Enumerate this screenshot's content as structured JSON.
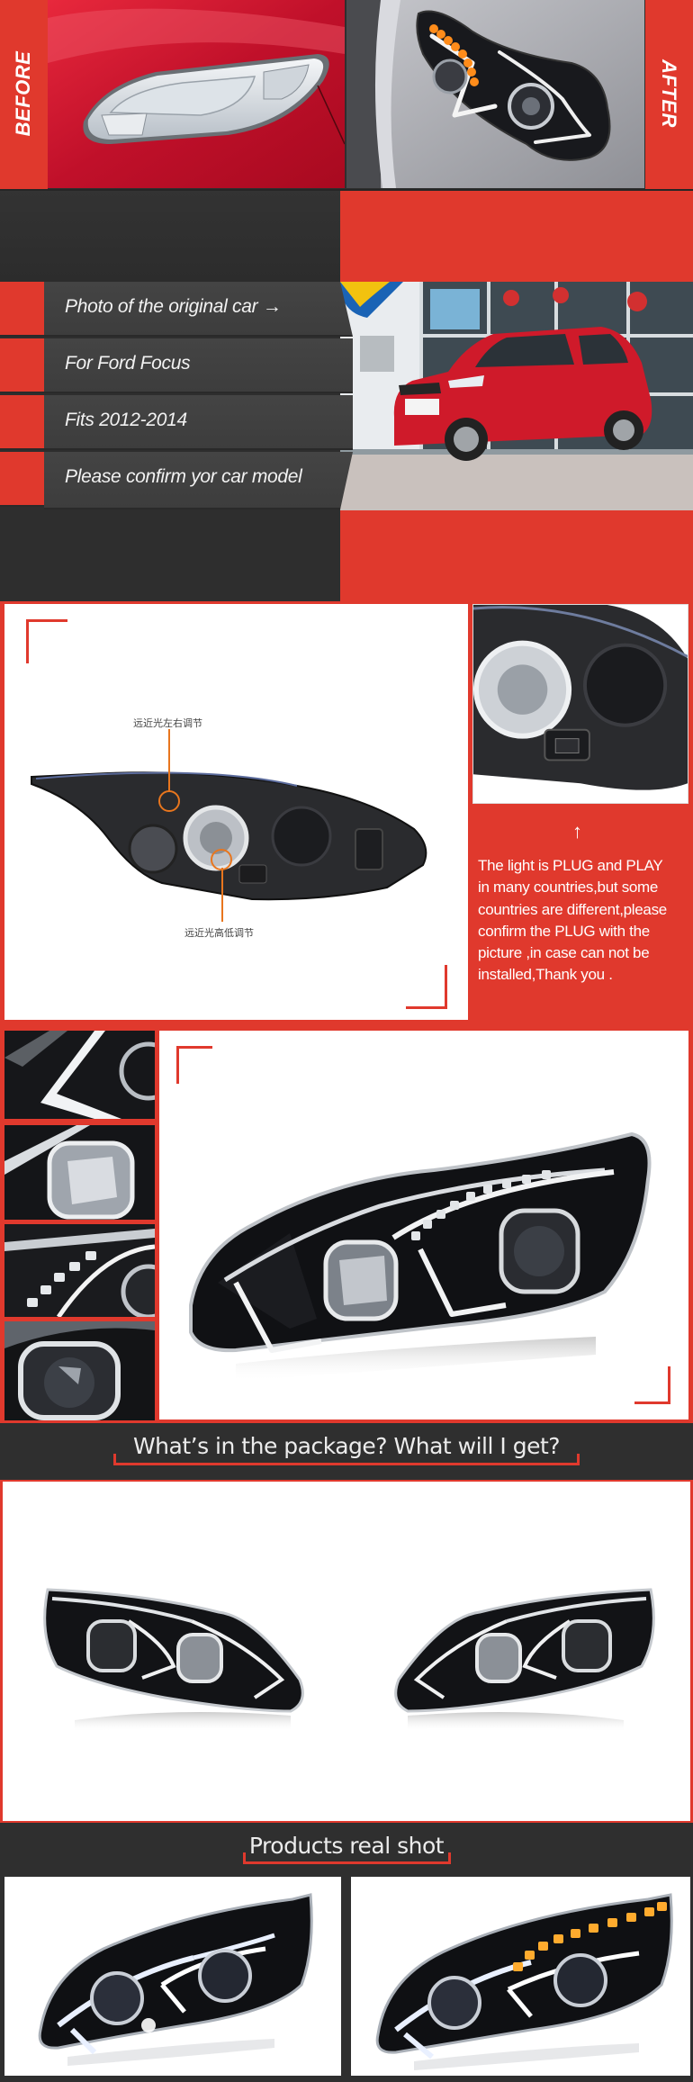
{
  "colors": {
    "accent_red": "#e0392d",
    "dark_bg": "#2f2f2f",
    "row_bg": "#404040",
    "white": "#ffffff"
  },
  "comparison": {
    "before_label": "BEFORE",
    "after_label": "AFTER",
    "before_image": "stock-halogen-headlight-on-red-car",
    "after_image": "led-projector-headlight-installed"
  },
  "car_info": {
    "rows": [
      {
        "text": "Photo of the original car →"
      },
      {
        "text": "For Ford Focus"
      },
      {
        "text": "Fits 2012-2014"
      },
      {
        "text": "Please confirm yor car model"
      }
    ],
    "photo": "red-ford-focus-hatchback"
  },
  "plug_section": {
    "annotation_top": "远近光左右调节",
    "annotation_bottom": "远近光高低调节",
    "arrow": "↑",
    "notice": "The light is PLUG and PLAY in many countries,but some countries are different,please confirm the PLUG with the picture ,in case can not be installed,Thank you .",
    "notice_lines": [
      "The light is PLUG and PLAY",
      "in many countries,but some",
      "countries are different,please",
      "confirm the PLUG with the",
      "picture ,in case can not be",
      "installed,Thank you ."
    ]
  },
  "detail_section": {
    "thumbnails": [
      "drl-light-bar-closeup",
      "clear-projector-lens-closeup",
      "led-strip-closeup",
      "bi-xenon-lens-closeup"
    ],
    "main_image": "headlight-front-three-quarter"
  },
  "package_section": {
    "title": "What’s in the package?  What will I get?",
    "image": "headlight-pair-left-and-right"
  },
  "real_shot_section": {
    "title": "Products real shot",
    "images": [
      "headlight-drl-on-white",
      "headlight-drl-and-amber-turn-signal-on"
    ]
  }
}
